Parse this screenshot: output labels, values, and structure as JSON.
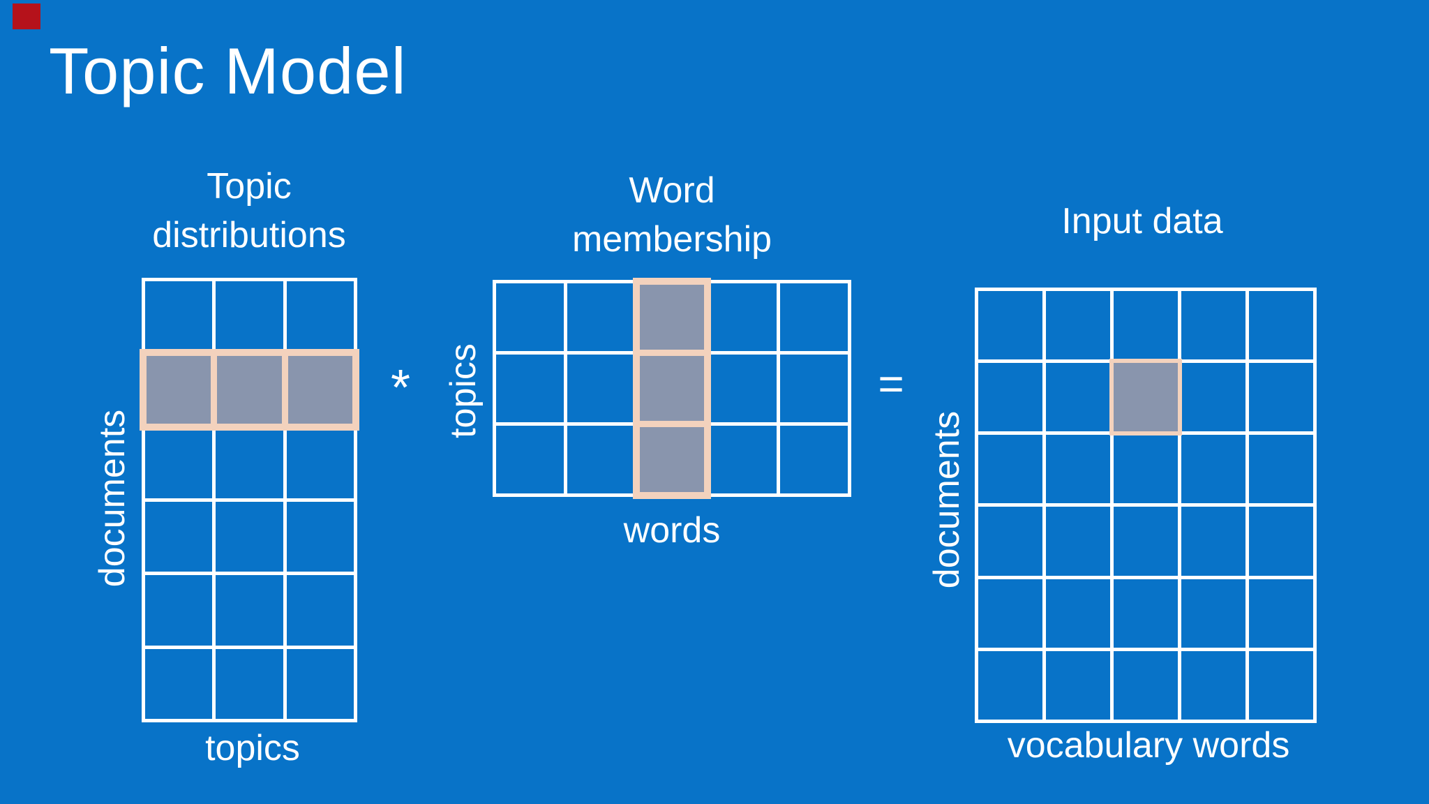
{
  "slide": {
    "title": "Topic Model",
    "colors": {
      "background": "#0873c8",
      "grid_line": "#ffffff",
      "highlight_fill": "#8995ad",
      "highlight_border": "#f3d2bd",
      "text": "#ffffff",
      "corner_marker": "#b5121b"
    },
    "operators": {
      "multiply": "*",
      "equals": "="
    },
    "matrices": [
      {
        "id": "topic-distributions",
        "title_lines": [
          "Topic",
          "distributions"
        ],
        "rows": 6,
        "cols": 3,
        "row_axis_label": "documents",
        "col_axis_label": "topics",
        "highlight": {
          "type": "row",
          "index": 1
        }
      },
      {
        "id": "word-membership",
        "title_lines": [
          "Word",
          "membership"
        ],
        "rows": 3,
        "cols": 5,
        "row_axis_label": "topics",
        "col_axis_label": "words",
        "highlight": {
          "type": "col",
          "index": 2
        }
      },
      {
        "id": "input-data",
        "title_lines": [
          "Input data"
        ],
        "rows": 6,
        "cols": 5,
        "row_axis_label": "documents",
        "col_axis_label": "vocabulary words",
        "highlight": {
          "type": "cell",
          "row": 1,
          "col": 2
        }
      }
    ]
  }
}
